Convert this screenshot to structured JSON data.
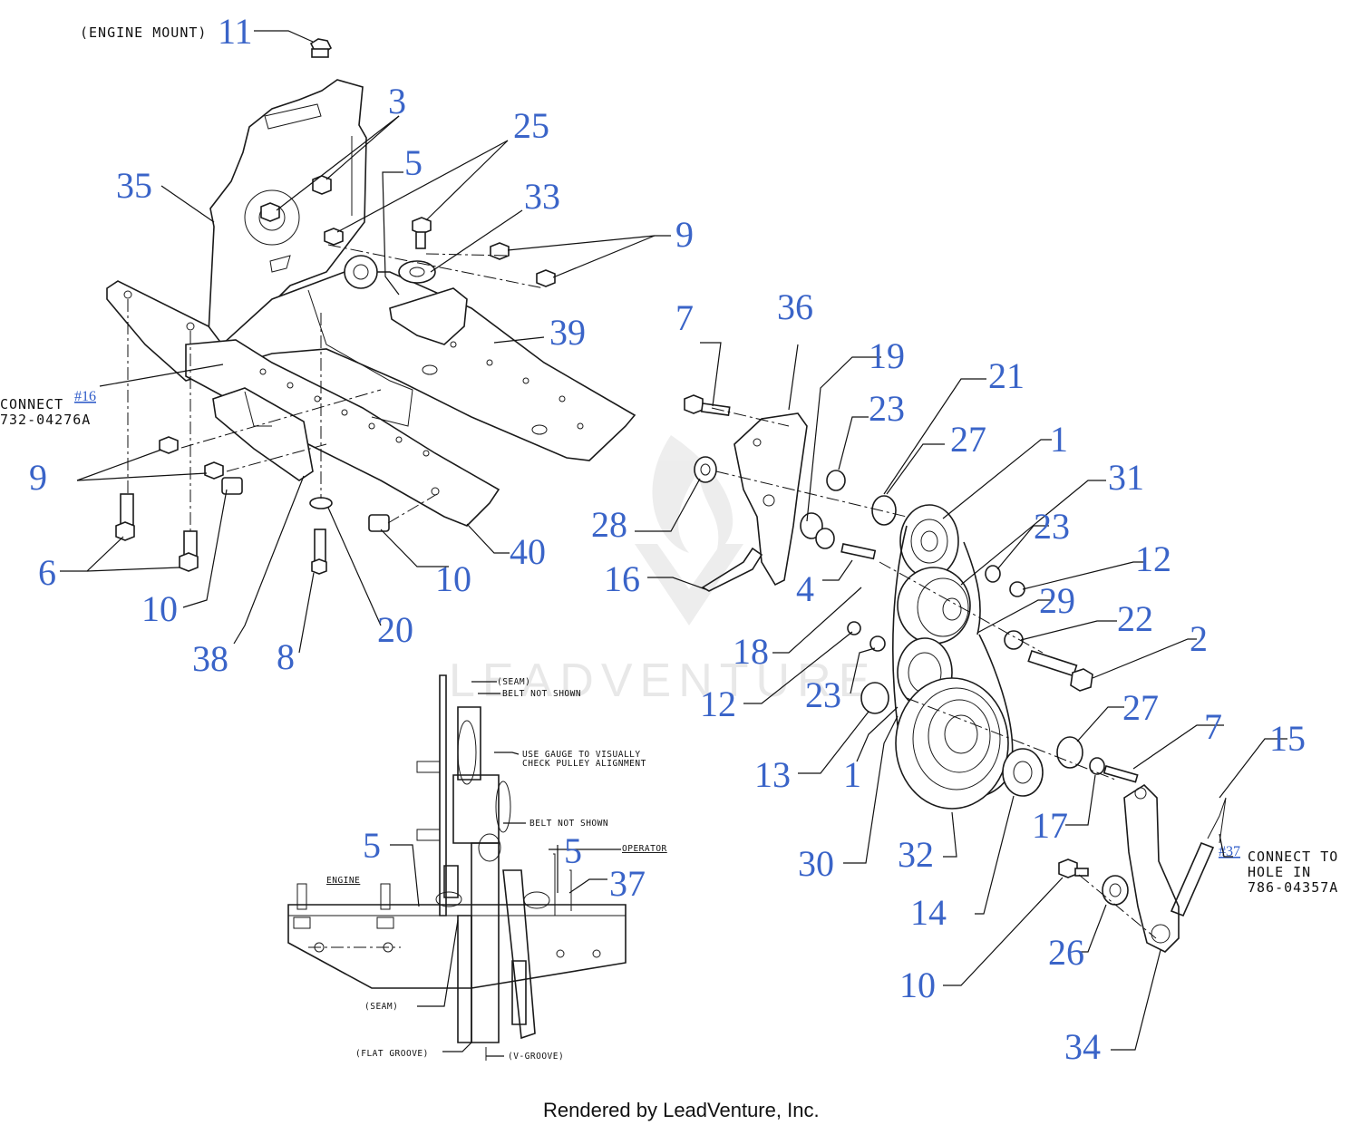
{
  "notes": {
    "engine_mount": "(ENGINE MOUNT)",
    "connect_left": "CONNECT",
    "connect_left_ref": "#16",
    "connect_left_part": "732-04276A",
    "connect_right_1": "CONNECT TO",
    "connect_right_2": "HOLE IN",
    "connect_right_part": "786-04357A",
    "connect_right_ref": "#37"
  },
  "inset": {
    "seam_top": "(SEAM)",
    "belt_not_shown_1": "BELT NOT SHOWN",
    "gauge_1": "USE GAUGE TO VISUALLY",
    "gauge_2": "CHECK PULLEY ALIGNMENT",
    "belt_not_shown_2": "BELT NOT SHOWN",
    "operator": "OPERATOR",
    "engine": "ENGINE",
    "seam_bottom": "(SEAM)",
    "flat_groove": "(FLAT GROOVE)",
    "v_groove": "(V-GROOVE)"
  },
  "callouts": [
    {
      "id": "c11",
      "label": "11"
    },
    {
      "id": "c3",
      "label": "3"
    },
    {
      "id": "c25",
      "label": "25"
    },
    {
      "id": "c35",
      "label": "35"
    },
    {
      "id": "c5a",
      "label": "5"
    },
    {
      "id": "c33",
      "label": "33"
    },
    {
      "id": "c9a",
      "label": "9"
    },
    {
      "id": "c39",
      "label": "39"
    },
    {
      "id": "c9b",
      "label": "9"
    },
    {
      "id": "c6",
      "label": "6"
    },
    {
      "id": "c10a",
      "label": "10"
    },
    {
      "id": "c38",
      "label": "38"
    },
    {
      "id": "c8",
      "label": "8"
    },
    {
      "id": "c20",
      "label": "20"
    },
    {
      "id": "c10b",
      "label": "10"
    },
    {
      "id": "c40",
      "label": "40"
    },
    {
      "id": "c7a",
      "label": "7"
    },
    {
      "id": "c36",
      "label": "36"
    },
    {
      "id": "c19",
      "label": "19"
    },
    {
      "id": "c21",
      "label": "21"
    },
    {
      "id": "c23a",
      "label": "23"
    },
    {
      "id": "c27a",
      "label": "27"
    },
    {
      "id": "c1a",
      "label": "1"
    },
    {
      "id": "c31",
      "label": "31"
    },
    {
      "id": "c28",
      "label": "28"
    },
    {
      "id": "c23b",
      "label": "23"
    },
    {
      "id": "c12a",
      "label": "12"
    },
    {
      "id": "c16",
      "label": "16"
    },
    {
      "id": "c4",
      "label": "4"
    },
    {
      "id": "c29",
      "label": "29"
    },
    {
      "id": "c22",
      "label": "22"
    },
    {
      "id": "c18",
      "label": "18"
    },
    {
      "id": "c2",
      "label": "2"
    },
    {
      "id": "c12b",
      "label": "12"
    },
    {
      "id": "c23c",
      "label": "23"
    },
    {
      "id": "c27b",
      "label": "27"
    },
    {
      "id": "c7b",
      "label": "7"
    },
    {
      "id": "c15",
      "label": "15"
    },
    {
      "id": "c13",
      "label": "13"
    },
    {
      "id": "c1b",
      "label": "1"
    },
    {
      "id": "c17",
      "label": "17"
    },
    {
      "id": "c30",
      "label": "30"
    },
    {
      "id": "c32",
      "label": "32"
    },
    {
      "id": "c14",
      "label": "14"
    },
    {
      "id": "c26",
      "label": "26"
    },
    {
      "id": "c10c",
      "label": "10"
    },
    {
      "id": "c34",
      "label": "34"
    },
    {
      "id": "c5b",
      "label": "5"
    },
    {
      "id": "c5c",
      "label": "5"
    },
    {
      "id": "c37",
      "label": "37"
    }
  ],
  "watermark": "LEADVENTURE",
  "footer": "Rendered by LeadVenture, Inc."
}
